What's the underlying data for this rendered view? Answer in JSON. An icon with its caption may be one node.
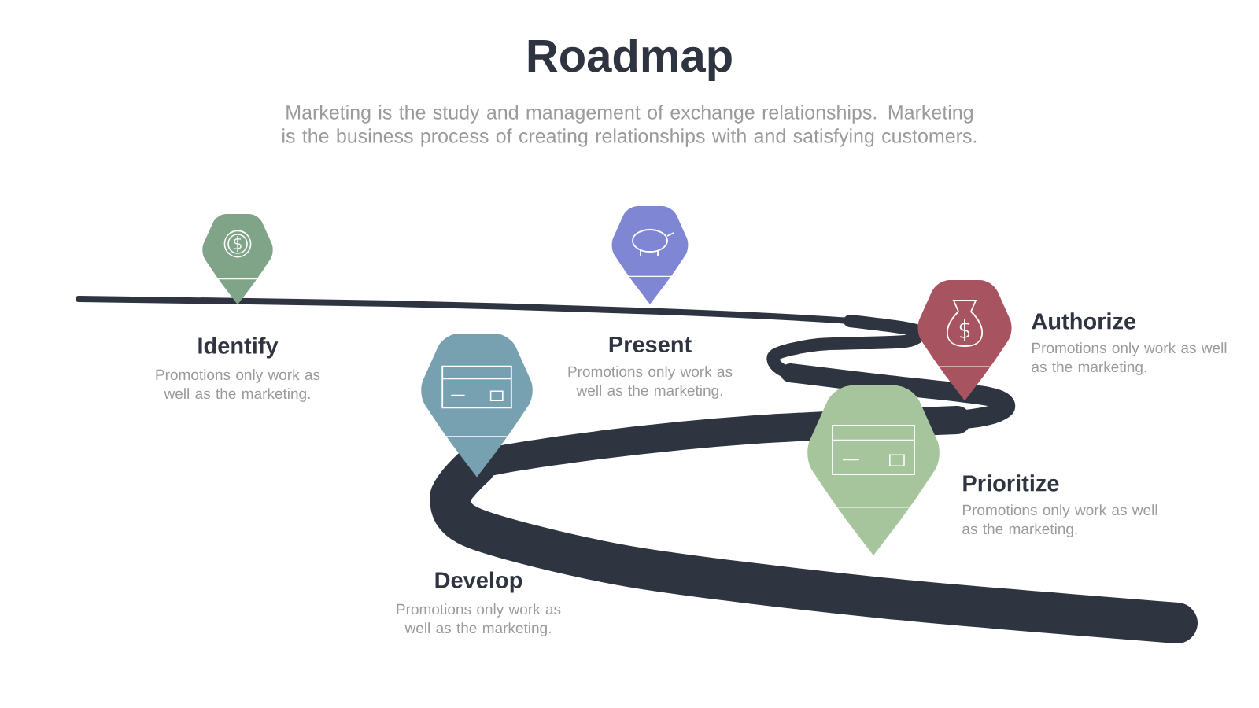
{
  "diagram": {
    "title": "Roadmap",
    "labels": [
      "Marketing is the study and management of exchange relationships. Marketing is the business process of creating relationships with and satisfying customers.",
      "Identify",
      "Promotions only work as well as the marketing.",
      "Present",
      "Promotions only work as well as the marketing.",
      "Authorize",
      "Promotions only work as well as the marketing.",
      "Prioritize",
      "Promotions only work as well as the marketing.",
      "Develop",
      "Promotions only work as well as the marketing."
    ]
  }
}
